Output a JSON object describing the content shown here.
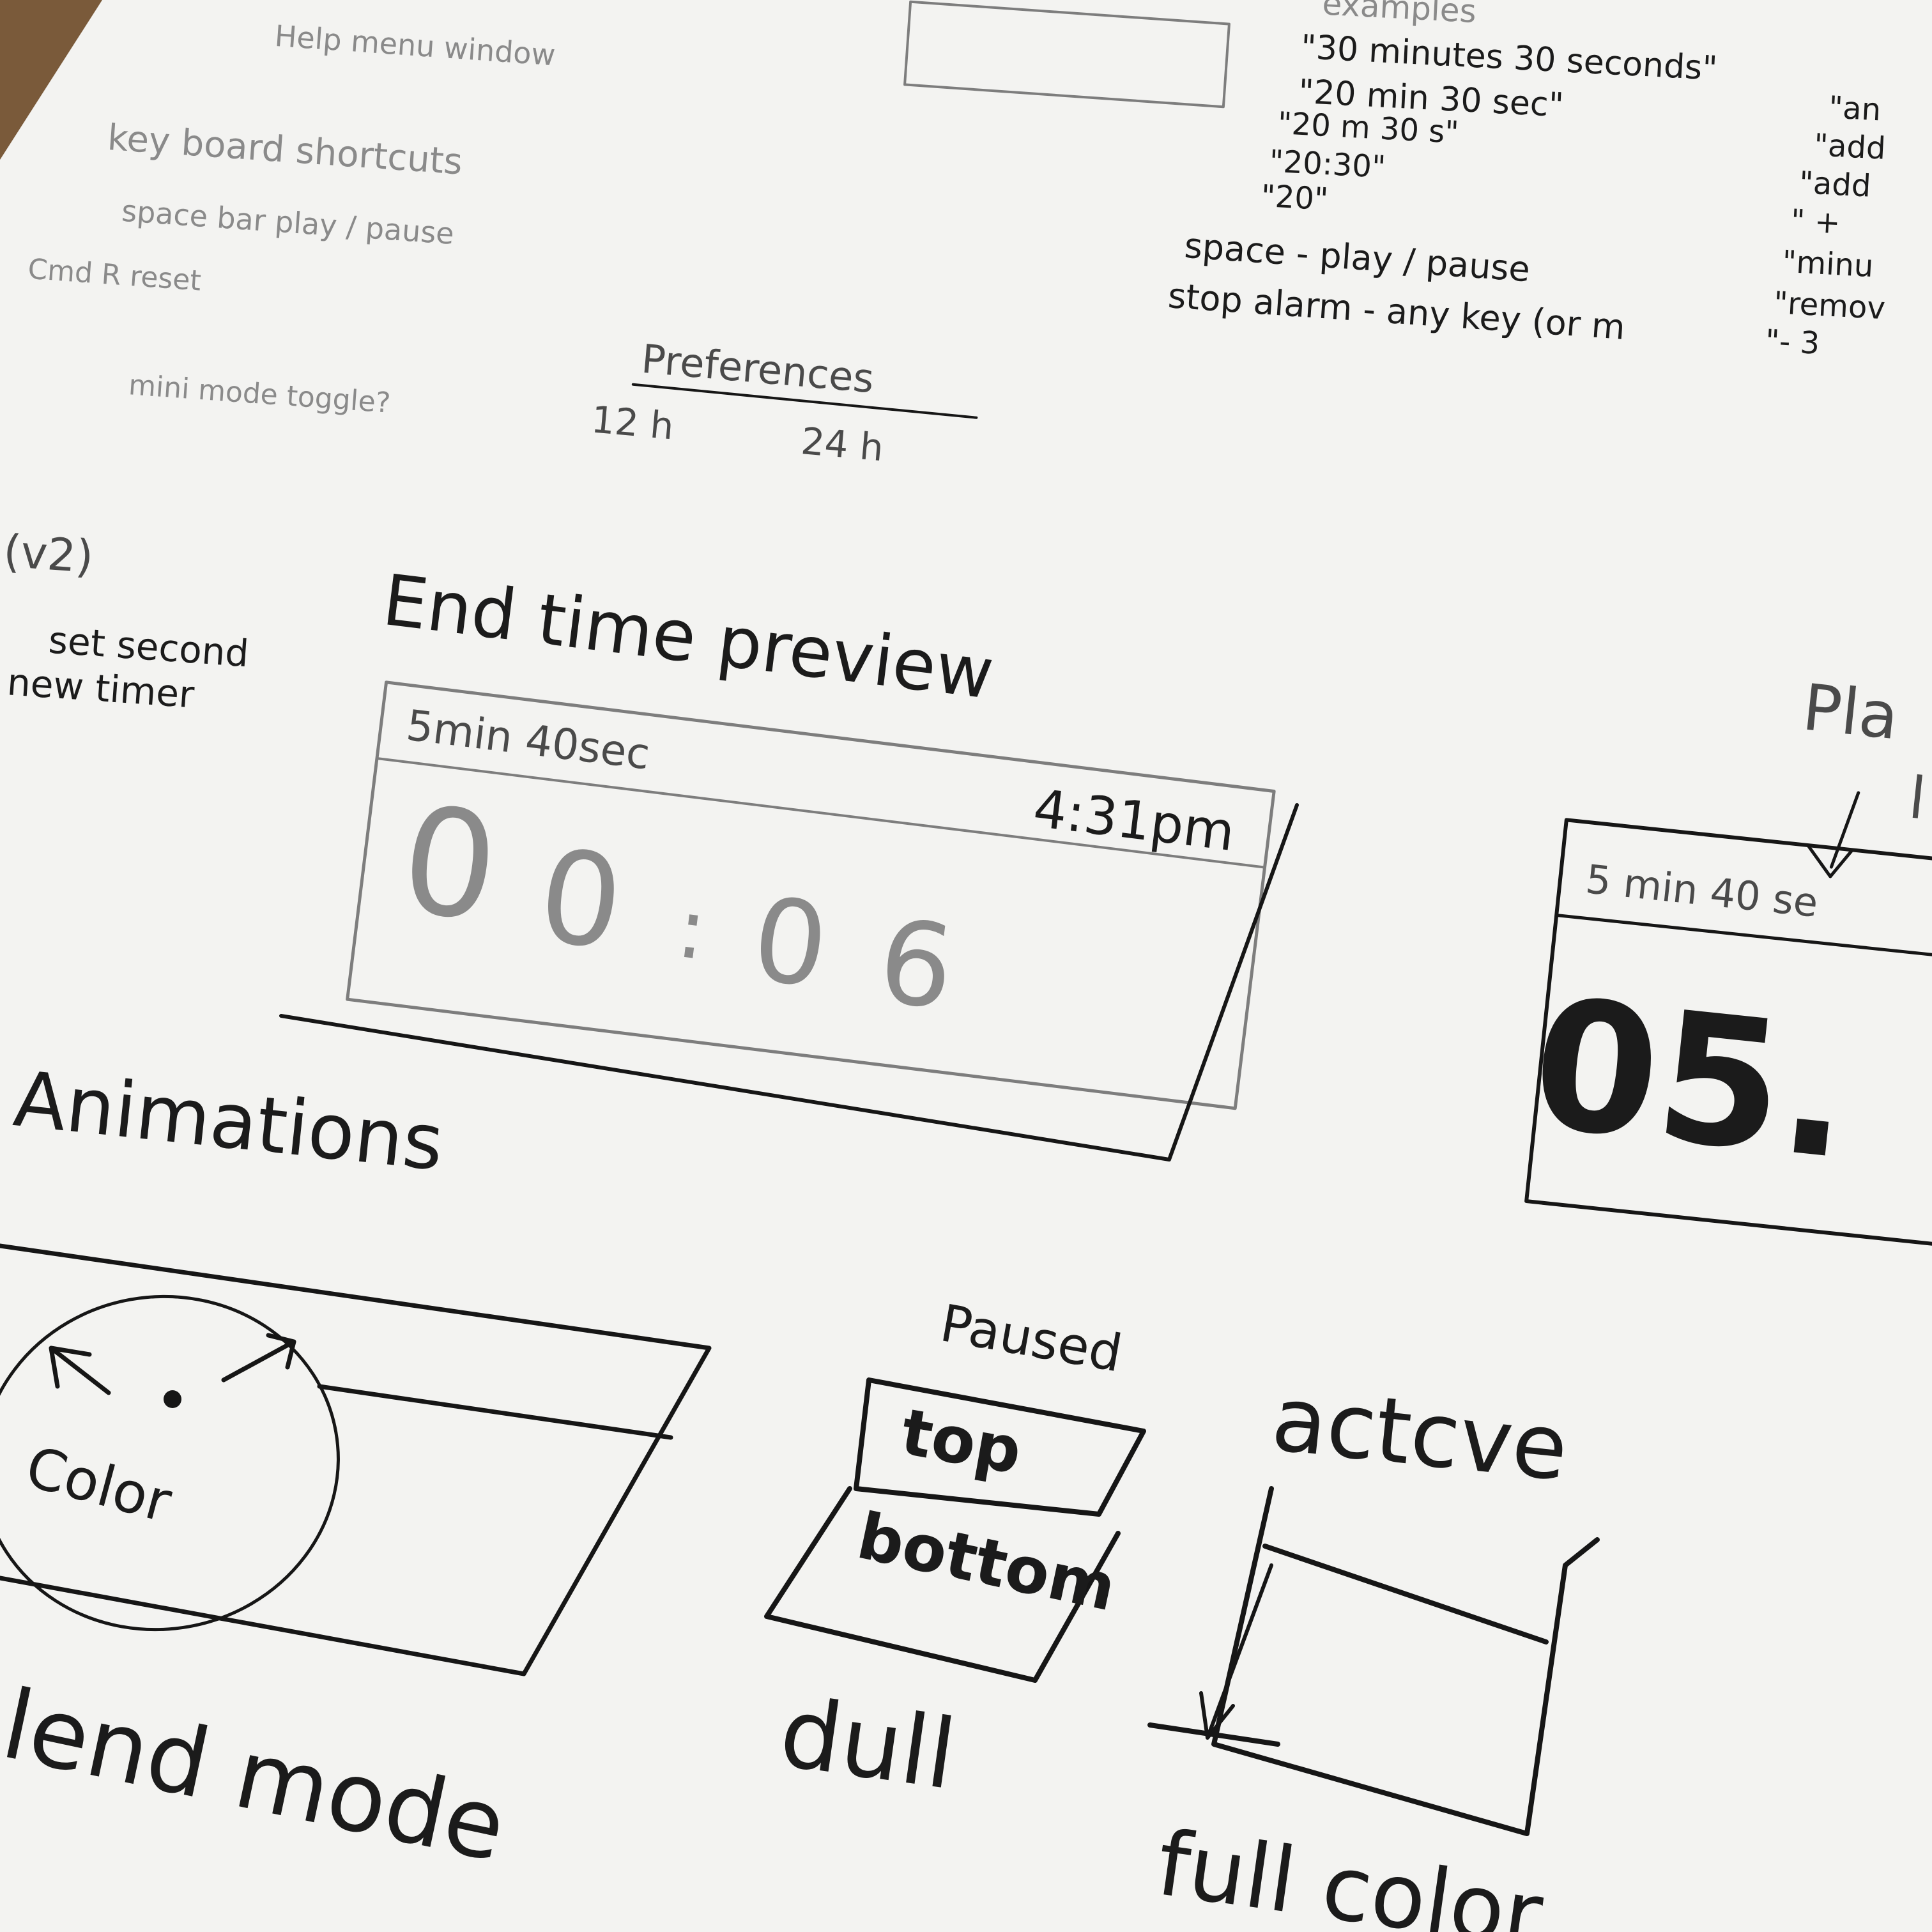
{
  "background_colors": {
    "desk": "#7a5a3a",
    "paper": "#f3f3f1",
    "ink": "#161616",
    "pencil": "#7d7d7d"
  },
  "notes": {
    "faint_top": [
      "Help menu window",
      "key board shortcuts",
      "space bar   play / pause",
      "Cmd R   reset",
      "mini mode toggle?"
    ],
    "examples": {
      "heading": "examples",
      "lines": [
        "\"30 minutes 30 seconds\"",
        "\"20 min 30 sec\"",
        "\"20 m 30 s\"",
        "\"20:30\"",
        "\"20\""
      ],
      "right_column": [
        "\"an",
        "\"add",
        "\"add",
        "\" +",
        "\"minu",
        "\"remov",
        "\"- 3"
      ]
    },
    "shortcuts": [
      "space - play / pause",
      "stop alarm - any key (or m"
    ],
    "preferences": {
      "heading": "Preferences",
      "options": [
        "12 h",
        "24 h"
      ]
    }
  },
  "v2": {
    "label": "(v2)",
    "note_lines": [
      "set second",
      "new timer"
    ]
  },
  "end_time_preview": {
    "heading": "End time preview",
    "duration_label": "5min 40sec",
    "end_time": "4:31pm",
    "digits": [
      "0",
      "0",
      ":",
      "0",
      "6"
    ]
  },
  "play_sketch": {
    "heading_partial": "Pla",
    "sub_partial": "l",
    "duration_label": "5 min 40 se",
    "digits_partial": "05."
  },
  "animations": {
    "heading": "Animations",
    "circle_label": "Color",
    "blend_label": "lend mode",
    "paused": {
      "label": "Paused",
      "top": "top",
      "bottom": "bottom",
      "footer": "dull"
    },
    "active": {
      "label": "actcve",
      "footer": "full color"
    }
  }
}
